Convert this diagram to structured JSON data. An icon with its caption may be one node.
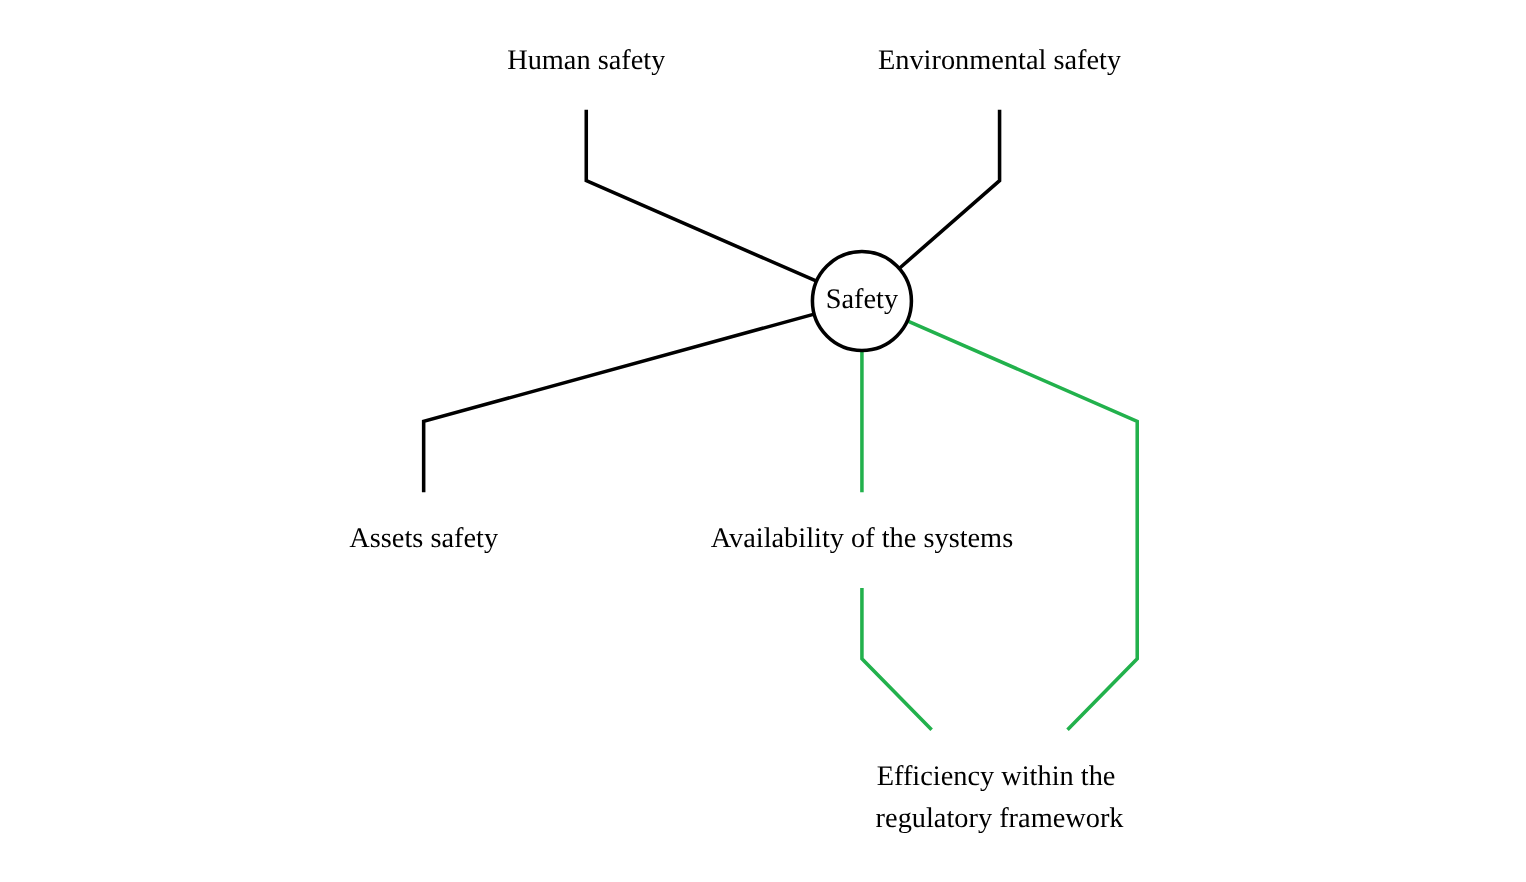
{
  "diagram": {
    "nodes": [
      {
        "text": [
          "Human safety"
        ]
      },
      {
        "text": [
          "Environmental safety"
        ]
      },
      {
        "text": [
          "Safety"
        ]
      },
      {
        "text": [
          "Assets safety"
        ]
      },
      {
        "text": [
          "Availability of the systems"
        ]
      },
      {
        "text": [
          "Efficiency within the regulatory framework"
        ]
      }
    ],
    "edges": [
      {
        "from": 0,
        "to": 2,
        "arrow": "none"
      },
      {
        "from": 1,
        "to": 2,
        "arrow": "none"
      },
      {
        "from": 2,
        "to": 3,
        "arrow": "none"
      },
      {
        "from": 2,
        "to": 4,
        "arrow": "none",
        "color": "#22b14c"
      },
      {
        "from": 4,
        "to": 5,
        "arrow": "none",
        "color": "#22b14c"
      },
      {
        "from": 5,
        "to": 2,
        "arrow": "none",
        "color": "#22b14c"
      }
    ]
  }
}
